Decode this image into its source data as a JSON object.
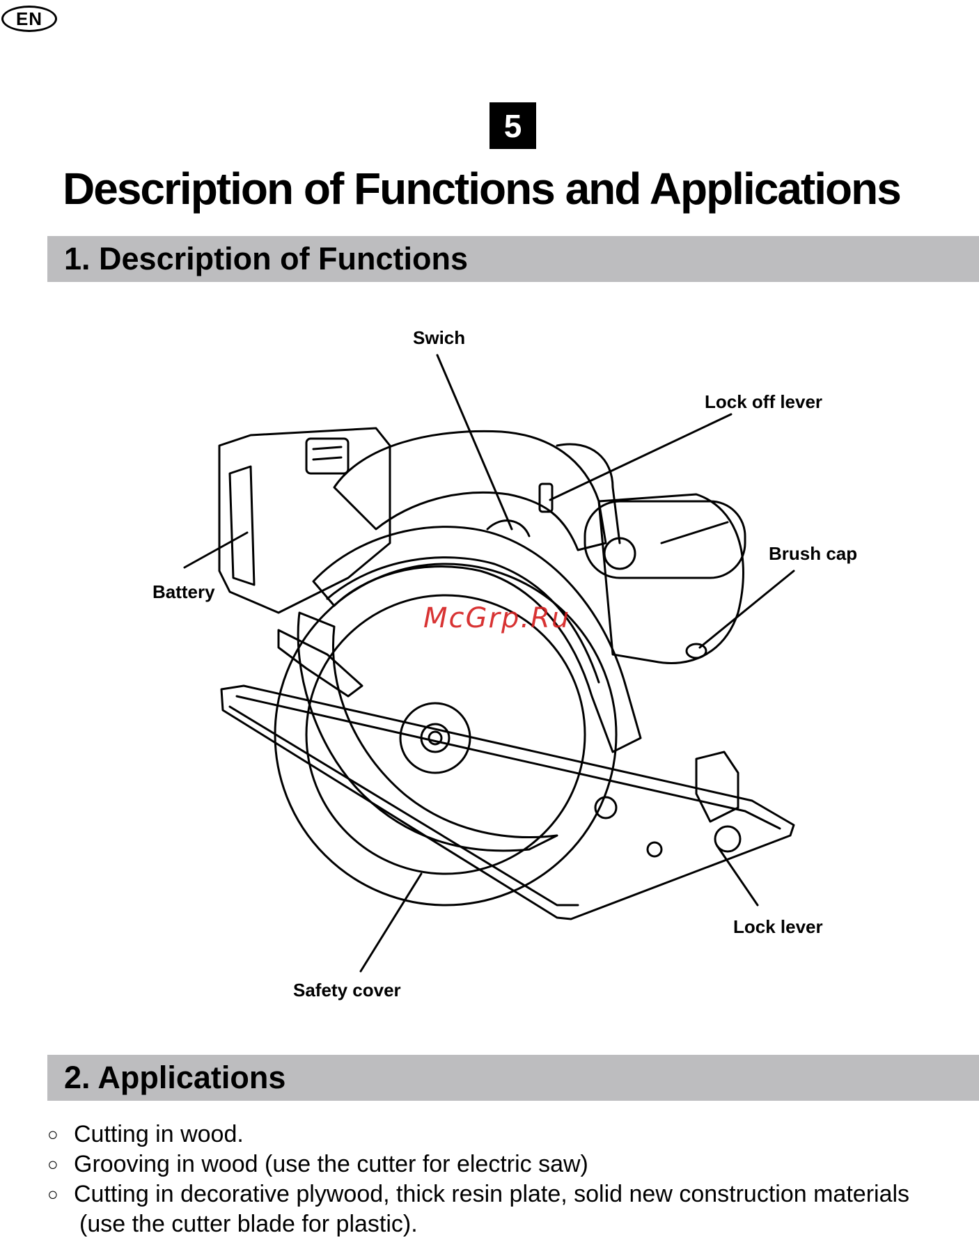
{
  "language_badge": "EN",
  "chapter_number": "5",
  "page_title": "Description of Functions  and Applications",
  "section1": {
    "heading": "1. Description of Functions"
  },
  "figure": {
    "labels": {
      "switch": "Swich",
      "lock_off_lever": "Lock off lever",
      "brush_cap": "Brush cap",
      "battery": "Battery",
      "lock_lever": "Lock lever",
      "safety_cover": "Safety cover"
    },
    "watermark": "McGrp.Ru"
  },
  "section2": {
    "heading": "2. Applications",
    "items": [
      {
        "bullet": "○",
        "text": "Cutting in wood."
      },
      {
        "bullet": "○",
        "text": "Grooving in wood (use the cutter for electric saw)"
      },
      {
        "bullet": "○",
        "text": "Cutting in decorative plywood, thick resin plate, solid new construction materials",
        "continuation": "(use the cutter blade for plastic)."
      }
    ]
  }
}
